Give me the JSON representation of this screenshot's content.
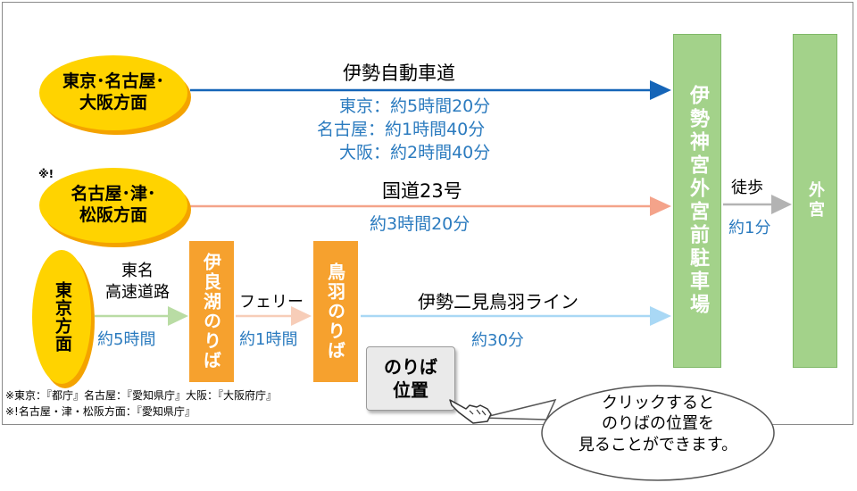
{
  "origins": {
    "origin1": "東京･名古屋･\n大阪方面",
    "origin2_mark": "※!",
    "origin2": "名古屋･津･\n松阪方面",
    "origin3": "東京方面"
  },
  "route1": {
    "name": "伊勢自動車道",
    "times": [
      "東京：約5時間20分",
      "名古屋：約1時間40分",
      "大阪：約2時間40分"
    ]
  },
  "route2": {
    "name": "国道23号",
    "time": "約3時間20分"
  },
  "route3": {
    "highway": "東名\n高速道路",
    "highway_time": "約5時間",
    "port1": "伊良湖のりば",
    "ferry": "フェリー",
    "ferry_time": "約1時間",
    "port2": "鳥羽のりば",
    "line": "伊勢二見鳥羽ライン",
    "line_time": "約30分"
  },
  "parking": "伊勢神宮外宮前駐車場",
  "walk": {
    "label": "徒歩",
    "time": "約1分"
  },
  "destination": "外宮",
  "button": {
    "label": "のりば\n位置"
  },
  "balloon": "クリックすると\nのりばの位置を\n見ることができます。",
  "notes": [
    "※東京：『都庁』名古屋：『愛知県庁』大阪：『大阪府庁』",
    "※!名古屋・津・松阪方面：『愛知県庁』"
  ],
  "colors": {
    "oval": "#ffd300",
    "route1_arrow": "#1565b8",
    "route2_arrow": "#f4a38a",
    "route3_arrow": "#a9d8f5",
    "orange_box": "#f6a12e",
    "green_box": "#a3d28a",
    "time_text": "#2b7bbf"
  }
}
